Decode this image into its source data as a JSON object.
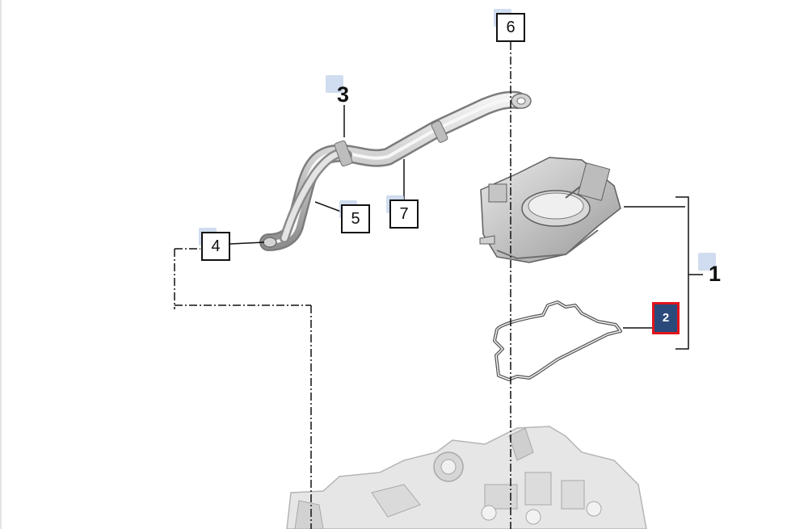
{
  "callouts": {
    "c1": {
      "label": "1"
    },
    "c2": {
      "label": "2"
    },
    "c3": {
      "label": "3"
    },
    "c4": {
      "label": "4"
    },
    "c5": {
      "label": "5"
    },
    "c6": {
      "label": "6"
    },
    "c7": {
      "label": "7"
    }
  },
  "colors": {
    "hotspot": "#c8d6ec",
    "selected_fill": "#2b4a7c",
    "selected_border": "#e3141c",
    "line": "#111111",
    "part_fill": "#d9d9d9",
    "part_shadow": "#a9a9a9"
  },
  "selected_callout": "2"
}
